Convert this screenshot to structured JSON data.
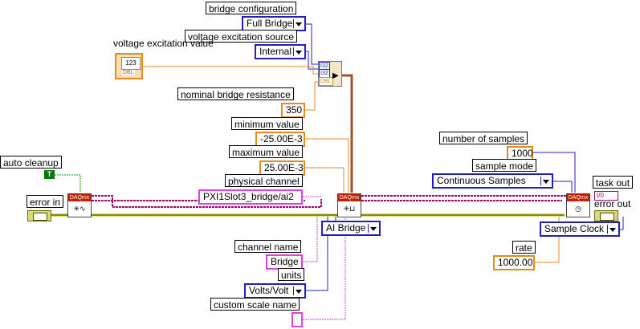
{
  "constants": {
    "bridge_configuration": {
      "label": "bridge configuration",
      "value": "Full Bridge"
    },
    "voltage_excitation_source": {
      "label": "voltage excitation source",
      "value": "Internal"
    },
    "voltage_excitation_value": {
      "label": "voltage excitation value",
      "value": "123",
      "type": "DBL"
    },
    "nominal_bridge_resistance": {
      "label": "nominal bridge resistance",
      "value": "350"
    },
    "minimum_value": {
      "label": "minimum value",
      "value": "-25.00E-3"
    },
    "maximum_value": {
      "label": "maximum value",
      "value": "25.00E-3"
    },
    "physical_channel": {
      "label": "physical channel",
      "value": "PXI1Slot3_bridge/ai2"
    },
    "channel_name": {
      "label": "channel name",
      "value": "Bridge"
    },
    "units": {
      "label": "units",
      "value": "Volts/Volt"
    },
    "custom_scale_name": {
      "label": "custom scale name",
      "value": ""
    },
    "number_of_samples": {
      "label": "number of samples",
      "value": "1000"
    },
    "sample_mode": {
      "label": "sample mode",
      "value": "Continuous Samples"
    },
    "rate": {
      "label": "rate",
      "value": "1000.00"
    },
    "auto_cleanup": {
      "label": "auto cleanup",
      "value": "T"
    }
  },
  "terminals": {
    "error_in": "error in",
    "error_out": "error out",
    "task_out": "task out",
    "task_out_glyph": "I/0",
    "type_dbl": "DBL",
    "cluster_glyph": "I32"
  },
  "nodes": {
    "create_task": {
      "header": "DAQmx"
    },
    "create_channel": {
      "header": "DAQmx",
      "selector": "AI Bridge"
    },
    "timing": {
      "header": "DAQmx",
      "selector": "Sample Clock"
    }
  },
  "colors": {
    "numeric": "#e58a1f",
    "string": "#e040e0",
    "enum": "#2020c0",
    "error": "#b8b800",
    "boolean": "#00a000",
    "task": "#a0006a"
  }
}
